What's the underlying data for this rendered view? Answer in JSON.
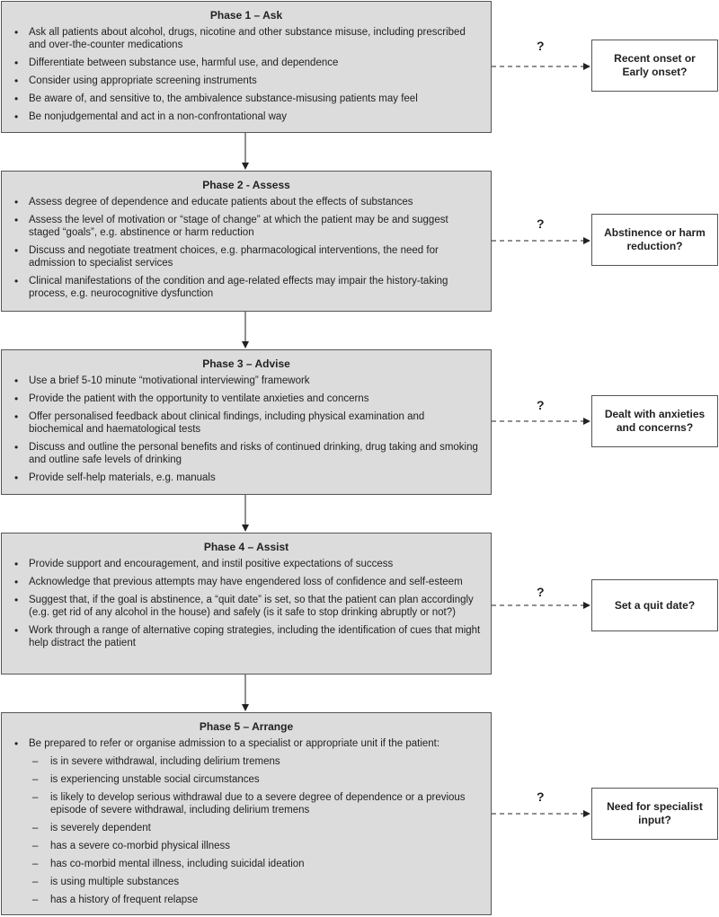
{
  "phases": [
    {
      "title": "Phase 1 – Ask",
      "items": [
        "Ask all patients about alcohol, drugs, nicotine and other substance misuse, including prescribed and over-the-counter medications",
        "Differentiate between substance use, harmful use, and dependence",
        "Consider using appropriate screening instruments",
        "Be aware of, and sensitive to, the ambivalence substance-misusing patients may feel",
        "Be nonjudgemental and act in a non-confrontational way"
      ],
      "question": "Recent onset or Early onset?"
    },
    {
      "title": "Phase 2 - Assess",
      "items": [
        "Assess degree of dependence and educate patients about the effects of substances",
        "Assess the level of motivation or “stage of change” at which the patient may be and suggest staged “goals”, e.g. abstinence or harm reduction",
        "Discuss and negotiate treatment choices, e.g. pharmacological interventions, the need for admission to specialist services",
        "Clinical manifestations of the condition and age-related effects may impair the history-taking process, e.g. neurocognitive dysfunction"
      ],
      "question": "Abstinence or harm reduction?"
    },
    {
      "title": "Phase 3 – Advise",
      "items": [
        "Use a brief 5-10 minute “motivational interviewing” framework",
        "Provide the patient with the opportunity to ventilate anxieties and concerns",
        "Offer personalised feedback about clinical findings, including physical examination and biochemical and haematological tests",
        "Discuss and outline the personal benefits and risks of continued drinking, drug taking and smoking and outline safe levels of drinking",
        "Provide self-help materials, e.g. manuals"
      ],
      "question": "Dealt with anxieties and concerns?"
    },
    {
      "title": "Phase 4 – Assist",
      "items": [
        "Provide support and encouragement, and instil positive expectations of success",
        "Acknowledge that previous attempts may have engendered loss of confidence and self-esteem",
        "Suggest that, if the goal is abstinence, a “quit date” is set, so that the patient can plan accordingly (e.g. get rid of any alcohol in the house) and safely (is it safe to stop drinking abruptly or not?)",
        "Work through a range of alternative coping strategies, including the identification of cues that might help distract the patient"
      ],
      "question": "Set a quit date?"
    },
    {
      "title": "Phase 5 – Arrange",
      "items": [
        "Be prepared to refer or organise admission to a specialist or appropriate unit if the patient:"
      ],
      "subitems": [
        "is in severe withdrawal, including delirium tremens",
        "is experiencing unstable social circumstances",
        "is likely to develop serious withdrawal due to a severe degree of dependence or a previous episode of severe withdrawal, including delirium tremens",
        "is severely dependent",
        "has a severe co-morbid physical illness",
        "has co-morbid mental illness, including suicidal ideation",
        "is using multiple substances",
        "has a history of frequent relapse"
      ],
      "question": "Need for specialist input?"
    }
  ],
  "question_mark": "?"
}
